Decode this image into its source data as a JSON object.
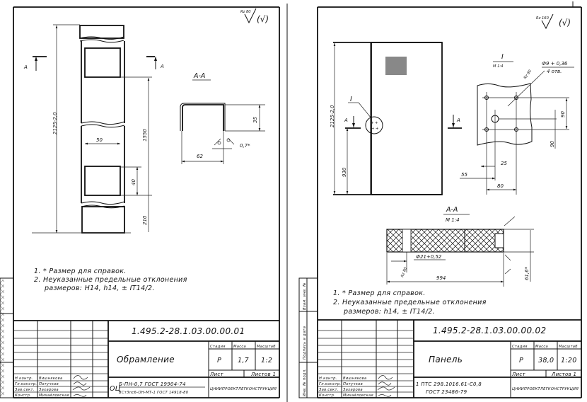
{
  "sheets": [
    {
      "roughness": "Rz 80",
      "roughness_paren": "(√)",
      "section_marker": "А",
      "section_title": "А-А",
      "dimensions": {
        "overall_height": "2125-2,0",
        "window_width": "50",
        "window_height": "40",
        "offset_1550": "1550",
        "offset_210": "210",
        "profile_height": "35",
        "profile_width": "62",
        "thickness": "0,7*"
      },
      "notes": [
        "1. * Размер для справок.",
        "2. Неуказанные предельные отклонения",
        "размеров:  Н14,  h14,  ± IT14/2."
      ],
      "title_block": {
        "designation": "1.495.2-28.1.03.00.00.01",
        "name": "Обрамление",
        "stage_label": "Стадия",
        "mass_label": "Масса",
        "scale_label": "Масштаб",
        "stage": "Р",
        "mass": "1,7",
        "scale": "1:2",
        "sheet_label": "Лист",
        "sheets_label": "Листов 1",
        "material_prefix": "ОЦ",
        "material_line1": "Б-ПН-0,7 ГОСТ 19904-74",
        "material_line2": "ВСт3пс6-ОН-МТ-1 ГОСТ 14918-80",
        "organization": "ЦНИИПРОЕКТЛЕГКОНСТРУКЦИЯ",
        "roles": [
          "Н.контр.",
          "Гл.констр.",
          "Зав.сект.",
          "Констр."
        ],
        "people": [
          "Вишнякова",
          "Потучков",
          "Захарова",
          "Михайловская"
        ]
      }
    },
    {
      "roughness": "Rz 160",
      "roughness_paren": "(√)",
      "section_marker": "А",
      "detail_marker": "I",
      "detail_title": "I",
      "detail_scale": "М 1:4",
      "section_title": "А-А",
      "section_scale": "М 1:4",
      "dimensions": {
        "overall_height": "2125-2,0",
        "offset_930": "930",
        "hole": "Ф9 + 0,36",
        "hole_count": "4 отв.",
        "roughness_hole": "Rz 80",
        "spacing_90a": "90",
        "spacing_90b": "90",
        "dim_25": "25",
        "dim_55": "55",
        "dim_80": "80",
        "hole_21": "Ф21+0,52",
        "rz_section": "Rz 80",
        "width_994": "994",
        "thickness_61": "61,6*"
      },
      "notes": [
        "1. * Размер для справок.",
        "2. Неуказанные предельные отклонения",
        "размеров:  h14,  ± IT14/2."
      ],
      "side_stamp": [
        "Взам. инв. №",
        "Подпись и дата",
        "Инв. № подл."
      ],
      "title_block": {
        "designation": "1.495.2-28.1.03.00.00.02",
        "name": "Панель",
        "stage_label": "Стадия",
        "mass_label": "Масса",
        "scale_label": "Масштаб",
        "stage": "Р",
        "mass": "38,0",
        "scale": "1:20",
        "sheet_label": "Лист",
        "sheets_label": "Листов 1",
        "material_line1": "1 ПТС 298.1016.61-С0,8",
        "material_line2": "ГОСТ 23486-79",
        "organization": "ЦНИИПРОЕКТЛЕГКОНСТРУКЦИЯ",
        "roles": [
          "Н.контр.",
          "Гл.констр.",
          "Зав.сект.",
          "Констр."
        ],
        "people": [
          "Вишнякова",
          "Потучков",
          "Захарова",
          "Михайловская"
        ]
      }
    }
  ]
}
